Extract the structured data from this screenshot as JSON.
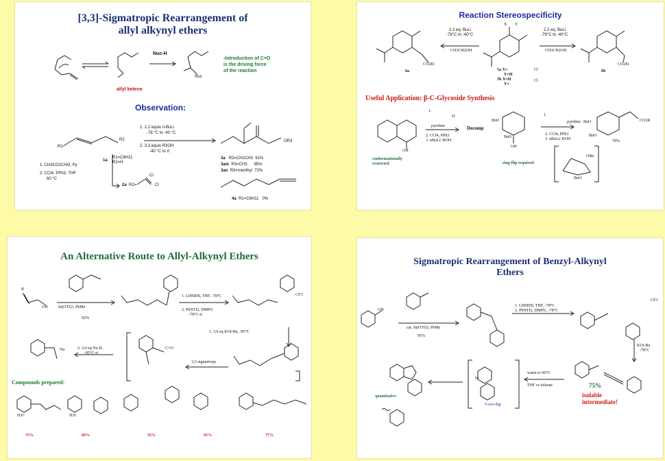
{
  "slide1": {
    "title_line1": "[3,3]-Sigmatropic Rearrangement of",
    "title_line2": "allyl alkynyl ethers",
    "reagent": "Nuc-H",
    "note_line1": "-Introduction of C=O",
    "note_line2": "is the driving force",
    "note_line3": "of the reaction",
    "allyl_ketene": "allyl ketene",
    "nuc": "Nuc",
    "observation": "Observation:",
    "r1": "R1",
    "r2": "R2",
    "cond1": "1. 2.2 equiv n-BuLi",
    "cond2": "-78 °C to -40 °C",
    "cond3": "2. 3.3 equiv R3OH",
    "cond4": "-40 °C to rt",
    "or3": "OR3",
    "step1": "1. CH3CO2CHO, Py",
    "step2": "2. CCl4, PPh3, THF",
    "step3": "60 °C",
    "label_1a": "1a",
    "r1a": "R1=C6H11",
    "r2a": "R2=H",
    "label_2a": "2a",
    "r2b": "R2=",
    "cl": "Cl",
    "results": [
      {
        "id": "3a",
        "desc": "R3=CH2CH3",
        "yield": "91%"
      },
      {
        "id": "3am",
        "desc": "R3=CH3",
        "yield": "85%"
      },
      {
        "id": "3an",
        "desc": "R3=menthyl",
        "yield": "72%"
      }
    ],
    "row4a_id": "4a",
    "row4a_desc": "R1=C6H11",
    "row4a_yield": "0%"
  },
  "slide2": {
    "title": "Reaction Stereospecificity",
    "left_cond1": "2.2 eq. BuLi",
    "left_cond2": "-78°C to -40°C",
    "left_cond3": "CH3CH2OH",
    "right_cond1": "2.2 eq. BuLi",
    "right_cond2": "-78°C to -40°C",
    "right_cond3": "CH3CH2OH",
    "co2et": "CO2Et",
    "label_6a": "6a",
    "label_6b": "6b",
    "x": "X",
    "y": "Y",
    "sub5a_1": "5a X=",
    "sub5a_2": "Y=H",
    "sub5b_1": "5b X=H",
    "sub5b_2": "Y=",
    "cl": "Cl",
    "application": "Useful Application: β-C-Glycoside Synthesis",
    "glyco_r1": "1.",
    "glyco_h": "H",
    "pyridine": "pyridine",
    "glyco_s2": "2. CCl4, PPh3",
    "glyco_s3": "3. nBuLi/ ROH",
    "decomp": "Decomp",
    "restricted_1": "conformationally",
    "restricted_2": "restricted",
    "oh": "OH",
    "bno": "BnO",
    "co2r": "CO2R",
    "yield": "78%",
    "ring_flip": "ring-flip required:",
    "obn": "OBn"
  },
  "slide3": {
    "title": "An Alternative Route to Allyl-Alkynyl Ethers",
    "oh": "OH",
    "r": "R",
    "cat": "In(OTf)3, PhMe",
    "y1": "92%",
    "c1": "1. LHMDS, THF, -78°C",
    "c2": "2. PhNTf2, DMPU",
    "c3": "-78°C-rt",
    "tf": "CF3",
    "base": "1. 3.0 eq KOt-Bu, -85°C",
    "sigma": "3,3-sigmatropy",
    "nuc1": "2. 3.0 eq Nu-H,",
    "nuc2": "-85°C-rt",
    "nu": "Nu",
    "cco": "C=O",
    "prepared": "Compounds prepared:",
    "yields": [
      "75%",
      "69%",
      "55%",
      "95%",
      "77%"
    ],
    "h3c": "H3C"
  },
  "slide4": {
    "title_line1": "Sigmatropic Rearrangement of Benzyl-Alkynyl",
    "title_line2": "Ethers",
    "oh": "OH",
    "cat": "cat. In(OTf)3, PhMe",
    "y1": "95%",
    "c1": "1. LHMDS, THF, -78°C",
    "c2": "2. PhNTf2, DMPU, -78°C",
    "cf3": "CF3",
    "kot1": "KOt-Bu",
    "kot2": "-78°C",
    "y2": "75%",
    "isolable1": "isolable",
    "isolable2": "intermediate!",
    "warm": "warm to 60°C",
    "solvent": "THF or toluene",
    "exo": "5-exo-dig",
    "quant": "quantitative",
    "h": "H"
  }
}
